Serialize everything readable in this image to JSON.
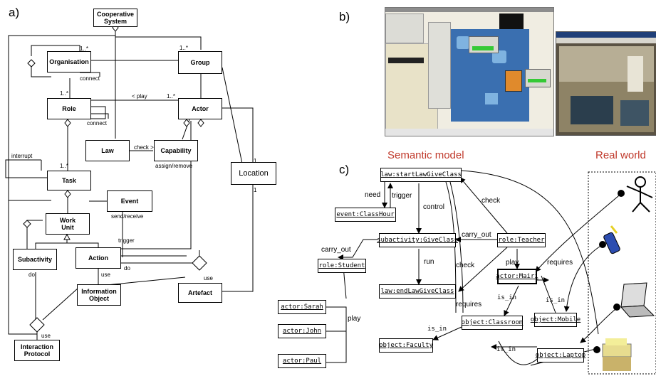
{
  "panels": {
    "a": "a)",
    "b": "b)",
    "c": "c)"
  },
  "uml": {
    "cooperative_system": "Cooperative\nSystem",
    "organisation": "Organisation",
    "group": "Group",
    "role": "Role",
    "actor": "Actor",
    "law": "Law",
    "capability": "Capability",
    "task": "Task",
    "event": "Event",
    "work_unit": "Work\nUnit",
    "subactivity": "Subactivity",
    "action": "Action",
    "information_object": "Information\nObject",
    "artefact": "Artefact",
    "interaction_protocol": "Interaction\nProtocol",
    "location": "Location",
    "labels": {
      "connect1": "connect",
      "connect2": "connect",
      "play": "< play",
      "check": "check >",
      "assign": "assign/remove",
      "interrupt": "interrupt",
      "send": "send/receive",
      "trigger": "trigger",
      "do1": "do",
      "do2": "do",
      "use1": "use",
      "use2": "use",
      "use3": "use",
      "m1": "1..*",
      "m2": "1..*",
      "m3": "1..*",
      "m4": "1..*",
      "m5": "1..*",
      "m6": "1",
      "m7": "1"
    }
  },
  "semantic": {
    "heading_left": "Semantic model",
    "heading_right": "Real world",
    "nodes": {
      "start_law": "law:startLawGiveClass",
      "class_hour": "event:ClassHour",
      "give_class": "subactivity:GiveClass",
      "end_law": "law:endLawGiveClass",
      "teacher": "role:Teacher",
      "mairi": "actor:Mairi",
      "student": "role:Student",
      "sarah": "actor:Sarah",
      "john": "actor:John",
      "paul": "actor:Paul",
      "mobile": "object:Mobile",
      "classroom": "object:Classroom",
      "faculty": "object:Faculty",
      "laptop": "object:Laptop"
    },
    "edges": {
      "need": "need",
      "trigger": "trigger",
      "control": "control",
      "check1": "check",
      "check2": "check",
      "carry_out1": "carry_out",
      "carry_out2": "carry_out",
      "run": "run",
      "play1": "play",
      "play2": "play",
      "requires1": "requires",
      "requires2": "requires",
      "is_in1": "is_in",
      "is_in2": "is_in",
      "is_in3": "is_in",
      "is_in4": "is_in"
    }
  },
  "colors": {
    "heading": "#c0392b",
    "floor": "#3a6fb0",
    "wall": "#e8e2c8"
  }
}
